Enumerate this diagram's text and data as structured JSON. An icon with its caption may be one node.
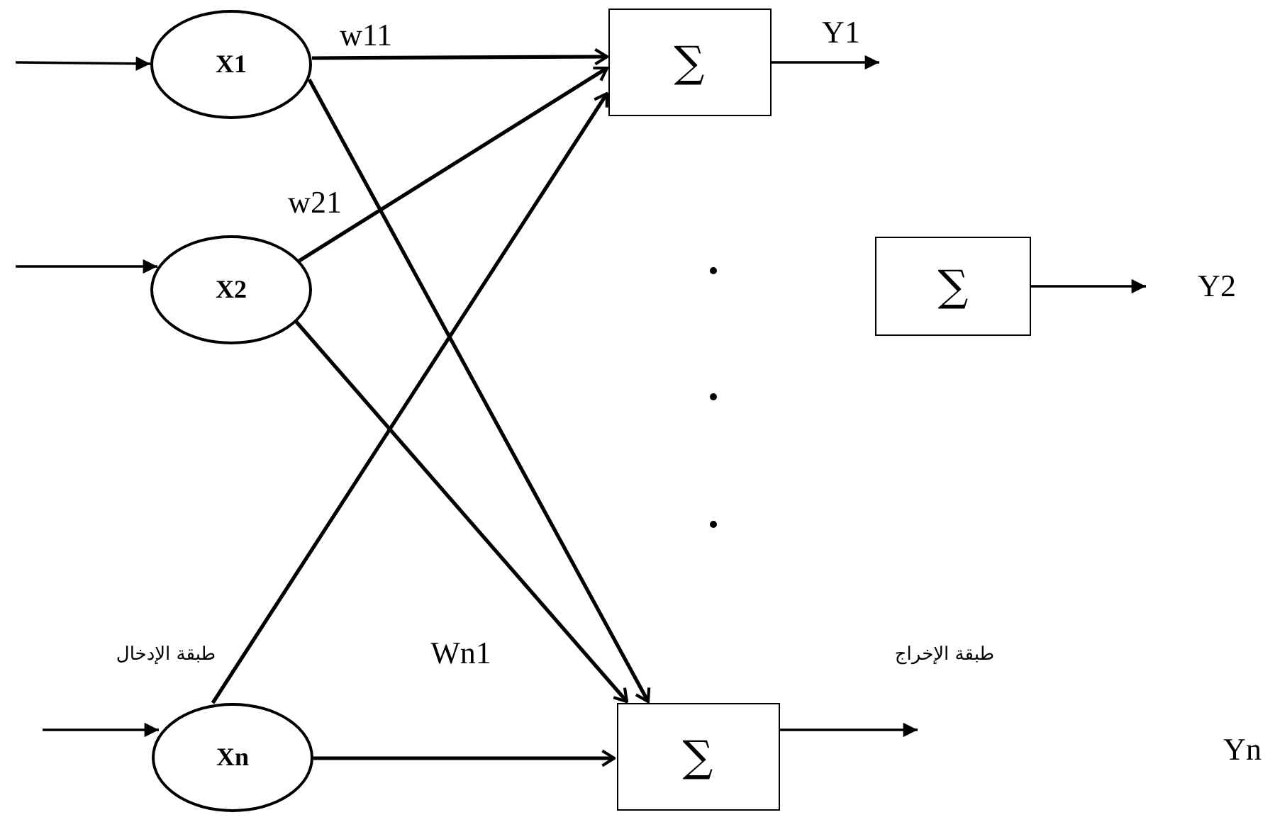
{
  "diagram": {
    "nodes": [
      {
        "text": [
          "X1"
        ]
      },
      {
        "text": [
          "X2"
        ]
      },
      {
        "text": [
          "Xn"
        ]
      },
      {
        "text": [
          "∑"
        ]
      },
      {
        "text": [
          "∑"
        ]
      },
      {
        "text": [
          "∑"
        ]
      }
    ],
    "edges": [
      {
        "from": null,
        "to": 0,
        "arrow": "to"
      },
      {
        "from": null,
        "to": 1,
        "arrow": "to"
      },
      {
        "from": null,
        "to": 2,
        "arrow": "to"
      },
      {
        "from": 0,
        "to": 3,
        "arrow": "to",
        "label": "w11"
      },
      {
        "from": 1,
        "to": 3,
        "arrow": "to",
        "label": "w21"
      },
      {
        "from": 2,
        "to": 3,
        "arrow": "to"
      },
      {
        "from": 0,
        "to": 5,
        "arrow": "to"
      },
      {
        "from": 1,
        "to": 5,
        "arrow": "to"
      },
      {
        "from": 2,
        "to": 5,
        "arrow": "to"
      },
      {
        "from": 3,
        "to": null,
        "arrow": "to",
        "label": "Y1"
      },
      {
        "from": 4,
        "to": null,
        "arrow": "to"
      },
      {
        "from": 5,
        "to": null,
        "arrow": "to"
      }
    ],
    "labels": [
      "Y2",
      "طبقة الإدخال",
      "Wn1",
      "طبقة الإخراج",
      "Yn"
    ]
  }
}
